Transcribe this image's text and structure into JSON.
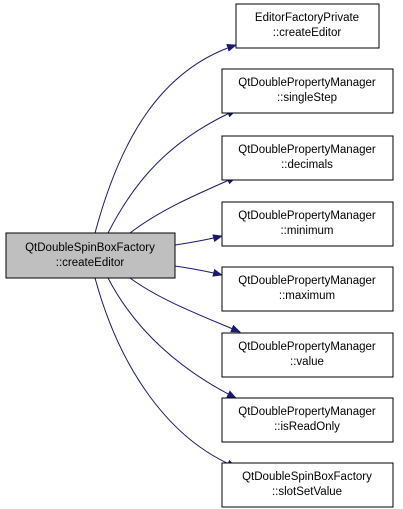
{
  "diagram": {
    "source": {
      "line1": "QtDoubleSpinBoxFactory",
      "line2": "::createEditor",
      "fill": "#bfbfbf"
    },
    "targets": [
      {
        "line1": "EditorFactoryPrivate",
        "line2": "::createEditor"
      },
      {
        "line1": "QtDoublePropertyManager",
        "line2": "::singleStep"
      },
      {
        "line1": "QtDoublePropertyManager",
        "line2": "::decimals"
      },
      {
        "line1": "QtDoublePropertyManager",
        "line2": "::minimum"
      },
      {
        "line1": "QtDoublePropertyManager",
        "line2": "::maximum"
      },
      {
        "line1": "QtDoublePropertyManager",
        "line2": "::value"
      },
      {
        "line1": "QtDoublePropertyManager",
        "line2": "::isReadOnly"
      },
      {
        "line1": "QtDoubleSpinBoxFactory",
        "line2": "::slotSetValue"
      }
    ],
    "edge_color": "#191970",
    "node_border": "#000000",
    "node_fill": "#ffffff"
  }
}
